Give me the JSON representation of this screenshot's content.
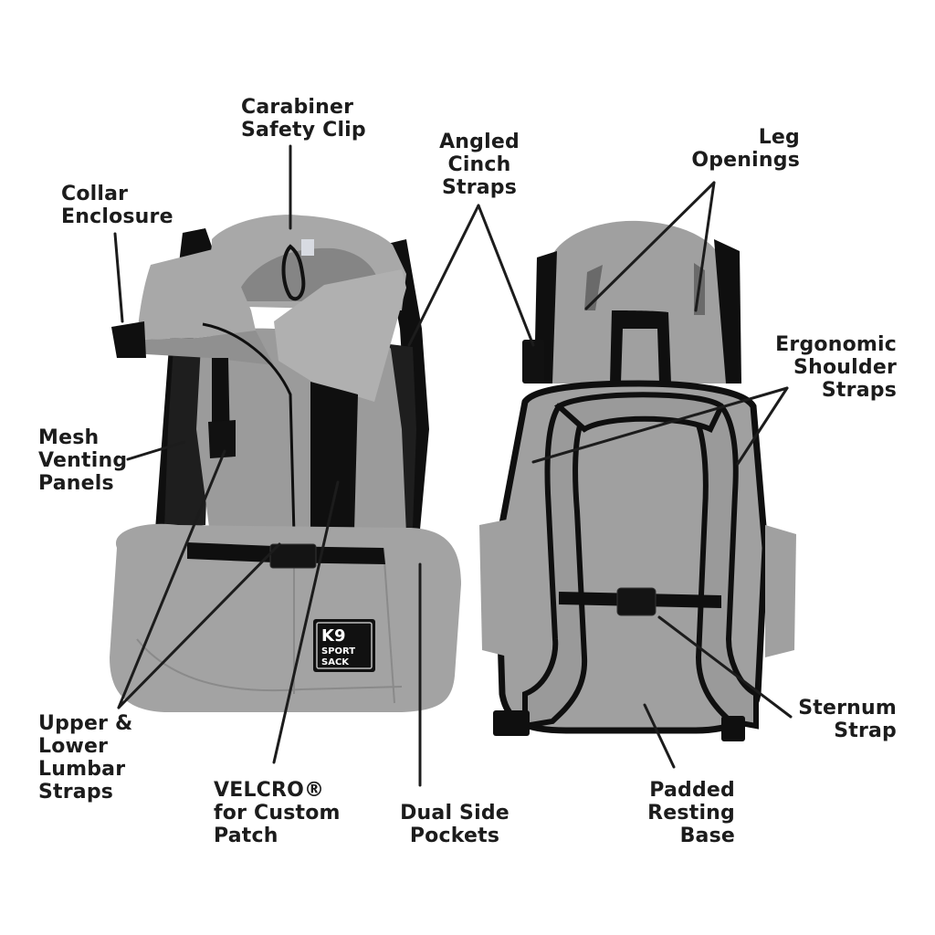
{
  "colors": {
    "fabric": "#9b9b9b",
    "fabric_light": "#a8a8a8",
    "fabric_shadow": "#858585",
    "trim": "#0f0f0f",
    "mesh": "#1e1e1e",
    "text": "#1c1c1c",
    "background": "#ffffff"
  },
  "labels": {
    "carabiner": [
      "Carabiner",
      "Safety Clip"
    ],
    "collar": [
      "Collar",
      "Enclosure"
    ],
    "cinch": [
      "Angled",
      "Cinch",
      "Straps"
    ],
    "leg": [
      "Leg",
      "Openings"
    ],
    "shoulder": [
      "Ergonomic",
      "Shoulder",
      "Straps"
    ],
    "mesh": [
      "Mesh",
      "Venting",
      "Panels"
    ],
    "sternum": [
      "Sternum",
      "Strap"
    ],
    "lumbar": [
      "Upper &",
      "Lower",
      "Lumbar",
      "Straps"
    ],
    "velcro": [
      "VELCRO®",
      "for Custom",
      "Patch"
    ],
    "pockets": [
      "Dual Side",
      "Pockets"
    ],
    "base": [
      "Padded",
      "Resting",
      "Base"
    ]
  },
  "logo": {
    "text": [
      "K9",
      "SPORT",
      "SACK"
    ]
  }
}
